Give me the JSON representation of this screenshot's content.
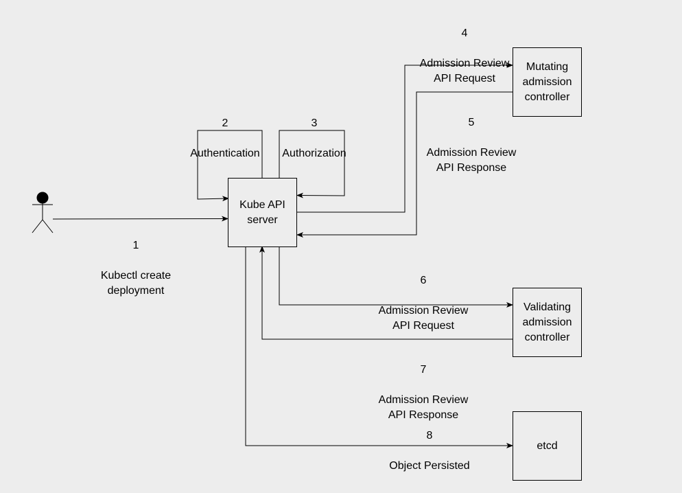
{
  "nodes": {
    "api_server": "Kube API\nserver",
    "mutating": "Mutating\nadmission\ncontroller",
    "validating": "Validating\nadmission\ncontroller",
    "etcd": "etcd"
  },
  "steps": {
    "s1": {
      "num": "1",
      "text": "Kubectl create\ndeployment"
    },
    "s2": {
      "num": "2",
      "text": "Authentication"
    },
    "s3": {
      "num": "3",
      "text": "Authorization"
    },
    "s4": {
      "num": "4",
      "text": "Admission Review\nAPI Request"
    },
    "s5": {
      "num": "5",
      "text": "Admission Review\nAPI Response"
    },
    "s6": {
      "num": "6",
      "text": "Admission Review\nAPI Request"
    },
    "s7": {
      "num": "7",
      "text": "Admission Review\nAPI Response"
    },
    "s8": {
      "num": "8",
      "text": "Object Persisted"
    }
  }
}
